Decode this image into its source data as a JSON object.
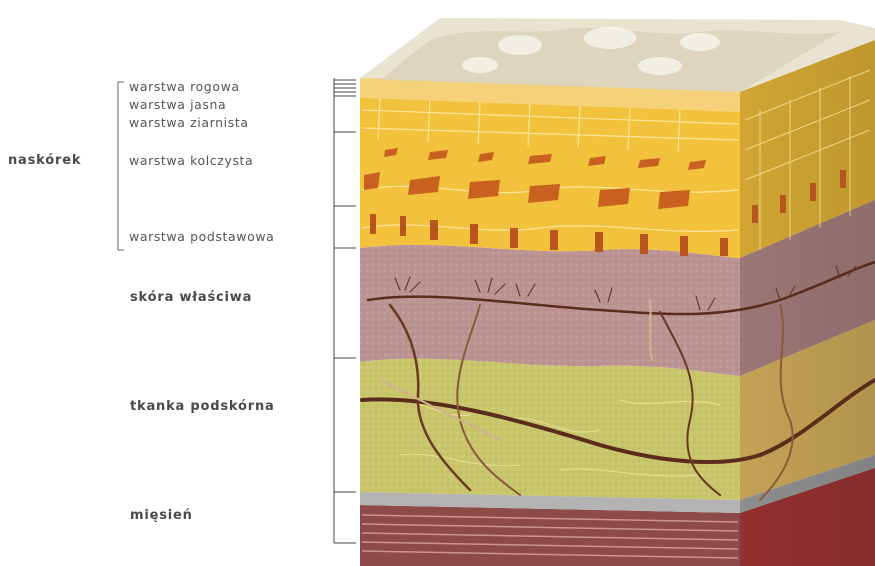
{
  "labels": {
    "epidermis_group": "naskórek",
    "epidermis_layers": [
      "warstwa rogowa",
      "warstwa jasna",
      "warstwa ziarnista",
      "warstwa kolczysta",
      "warstwa podstawowa"
    ],
    "dermis": "skóra właściwa",
    "subcutis": "tkanka podskórna",
    "muscle": "mięsień"
  },
  "colors": {
    "label_text": "#555555",
    "surface": "#e8e2cf",
    "epidermis": "#f0c13a",
    "basal_cells": "#b8561f",
    "dermis": "#b98e8f",
    "subcutis": "#c9c86a",
    "fascia": "#a8a8a8",
    "muscle": "#8c3a38",
    "vessels": "#5a2c1c"
  }
}
